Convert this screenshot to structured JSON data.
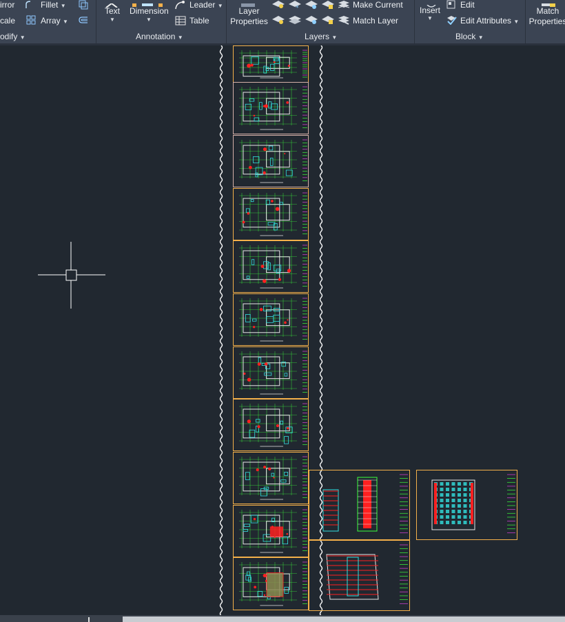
{
  "ribbon": {
    "modify": {
      "mirror_label": "irror",
      "fillet_label": "Fillet",
      "scale_label": "cale",
      "array_label": "Array",
      "panel_title": "odify"
    },
    "annotation": {
      "text_label": "Text",
      "dimension_label": "Dimension",
      "leader_label": "Leader",
      "table_label": "Table",
      "panel_title": "Annotation"
    },
    "layers": {
      "layer_properties_line1": "Layer",
      "layer_properties_line2": "Properties",
      "make_current_label": "Make Current",
      "match_layer_label": "Match Layer",
      "panel_title": "Layers"
    },
    "block": {
      "insert_label": "Insert",
      "edit_label": "Edit",
      "edit_attributes_label": "Edit Attributes",
      "panel_title": "Block"
    },
    "properties": {
      "match_line1": "Match",
      "match_line2": "Properties"
    }
  },
  "icons": {
    "crosshair": "crosshair-cursor-icon",
    "dropdown": "chevron-down-icon"
  },
  "colors": {
    "ribbon_bg": "#3b4453",
    "canvas_bg": "#212830",
    "sheet_border": "#f5b14a",
    "highlight_border": "#d4b0a8",
    "drawing_green": "#3cff3c",
    "drawing_red": "#ff2020",
    "drawing_cyan": "#33e0e0",
    "drawing_magenta": "#e040e0",
    "drawing_white": "#e8e8e8"
  }
}
